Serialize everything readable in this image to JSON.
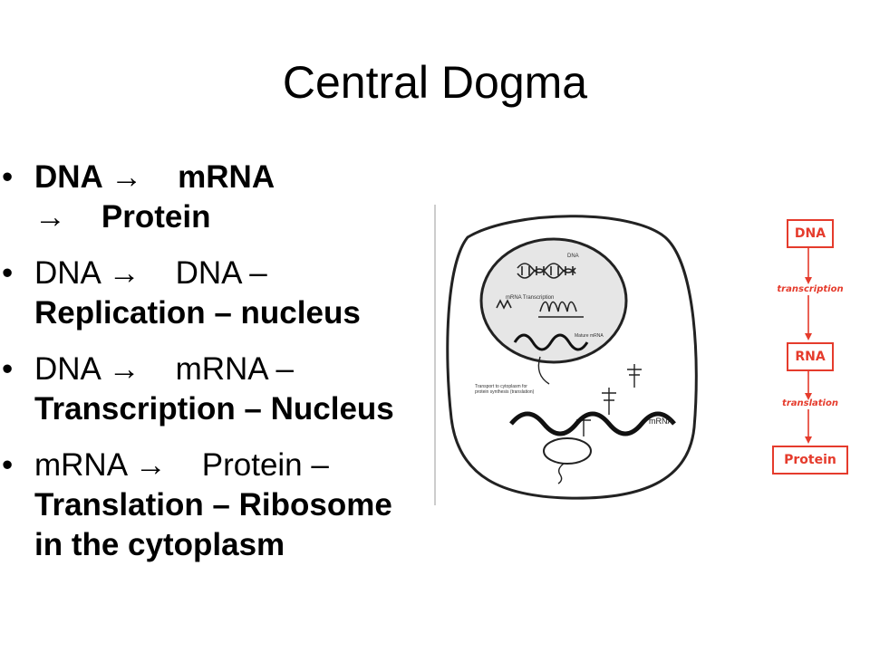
{
  "slide": {
    "title": "Central Dogma",
    "bullets": [
      {
        "parts": [
          {
            "t": "DNA ",
            "bold": true
          },
          {
            "t": "→",
            "bold": true,
            "arrow": true
          },
          {
            "t": "    mRNA",
            "bold": true
          },
          {
            "t": "\n→",
            "bold": true,
            "arrow": true
          },
          {
            "t": "    Protein",
            "bold": true
          }
        ]
      },
      {
        "parts": [
          {
            "t": "DNA ",
            "bold": false
          },
          {
            "t": "→",
            "bold": false,
            "arrow": true
          },
          {
            "t": "    DNA –",
            "bold": false
          },
          {
            "t": "\nReplication – nucleus",
            "bold": true
          }
        ]
      },
      {
        "parts": [
          {
            "t": "DNA ",
            "bold": false
          },
          {
            "t": "→",
            "bold": false,
            "arrow": true
          },
          {
            "t": "    mRNA –",
            "bold": false
          },
          {
            "t": "\nTranscription – Nucleus",
            "bold": true
          }
        ]
      },
      {
        "parts": [
          {
            "t": "mRNA ",
            "bold": false
          },
          {
            "t": "→",
            "bold": false,
            "arrow": true
          },
          {
            "t": "    Protein –",
            "bold": false
          },
          {
            "t": "\nTranslation – Ribosome in the cytoplasm",
            "bold": true
          }
        ]
      }
    ]
  },
  "cell_diagram": {
    "labels": [
      "DNA",
      "mRNA Transcription",
      "Mature mRNA",
      "Transport to cytoplasm for protein synthesis (translation)",
      "mRNA"
    ]
  },
  "flow_chart": {
    "boxes": [
      "DNA",
      "RNA",
      "Protein"
    ],
    "steps": [
      "transcription",
      "translation"
    ],
    "color": "#e53b2c"
  }
}
